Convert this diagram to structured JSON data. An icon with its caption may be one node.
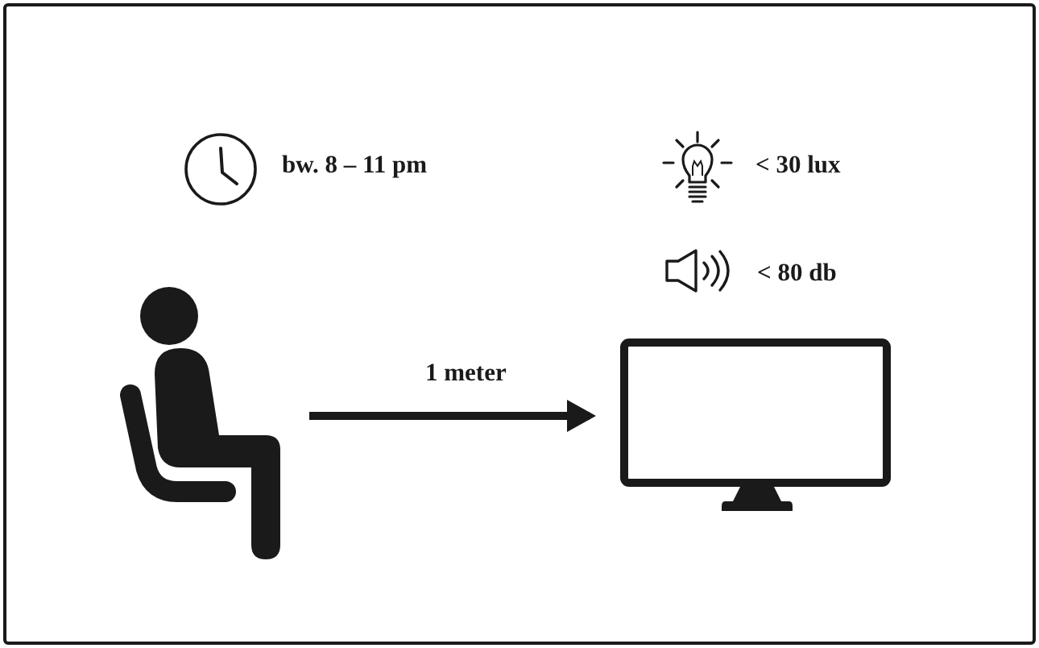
{
  "diagram": {
    "nodes": [
      {
        "text": [],
        "shape": "person"
      },
      {
        "text": [],
        "shape": "box"
      }
    ],
    "edges": [
      {
        "from": 0,
        "to": 1,
        "arrow": "to",
        "label": "1 meter"
      }
    ],
    "labels": [
      "bw. 8 – 11 pm",
      "< 30 lux",
      "< 80 db"
    ]
  }
}
